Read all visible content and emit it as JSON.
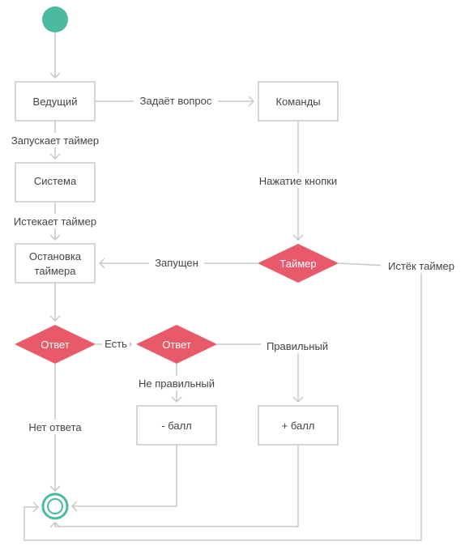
{
  "colors": {
    "start": "#4cb9a1",
    "decision": "#e85a6a",
    "edge": "#c8c8c8",
    "text": "#444444"
  },
  "nodes": {
    "host": "Ведущий",
    "teams": "Команды",
    "system": "Система",
    "stop_timer_1": "Остановка",
    "stop_timer_2": "таймера",
    "timer": "Таймер",
    "answer_1": "Ответ",
    "answer_2": "Ответ",
    "minus": "- балл",
    "plus": "+ балл"
  },
  "edges": {
    "asks": "Задаёт вопрос",
    "starts_timer": "Запускает таймер",
    "timer_expires": "Истекает таймер",
    "button_press": "Нажатие кнопки",
    "started": "Запущен",
    "expired": "Истёк таймер",
    "has": "Есть",
    "correct": "Правильный",
    "incorrect": "Не правильный",
    "no_answer": "Нет ответа"
  }
}
